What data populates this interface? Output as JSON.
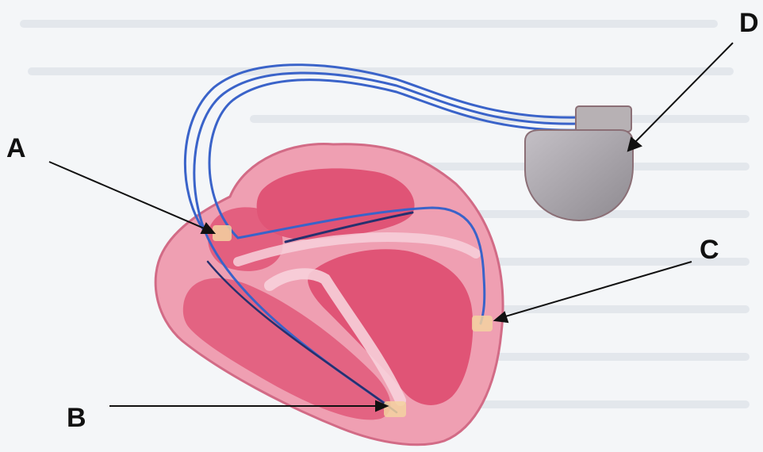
{
  "labels": {
    "a": "A",
    "b": "B",
    "c": "C",
    "d": "D"
  },
  "colors": {
    "background": "#f4f6f8",
    "heart_outer": "#ef9fb2",
    "heart_chamber": "#e05476",
    "heart_septum": "#f7d0da",
    "lead_wire": "#3a63c9",
    "lead_wire_dark": "#26306e",
    "electrode": "#f3d2a0",
    "pacemaker_body": "#a6a2a8",
    "pacemaker_header": "#b7b1b4",
    "arrow": "#111111"
  },
  "icons": {
    "pacemaker": "pacemaker-generator-icon",
    "heart": "heart-cross-section-icon"
  }
}
